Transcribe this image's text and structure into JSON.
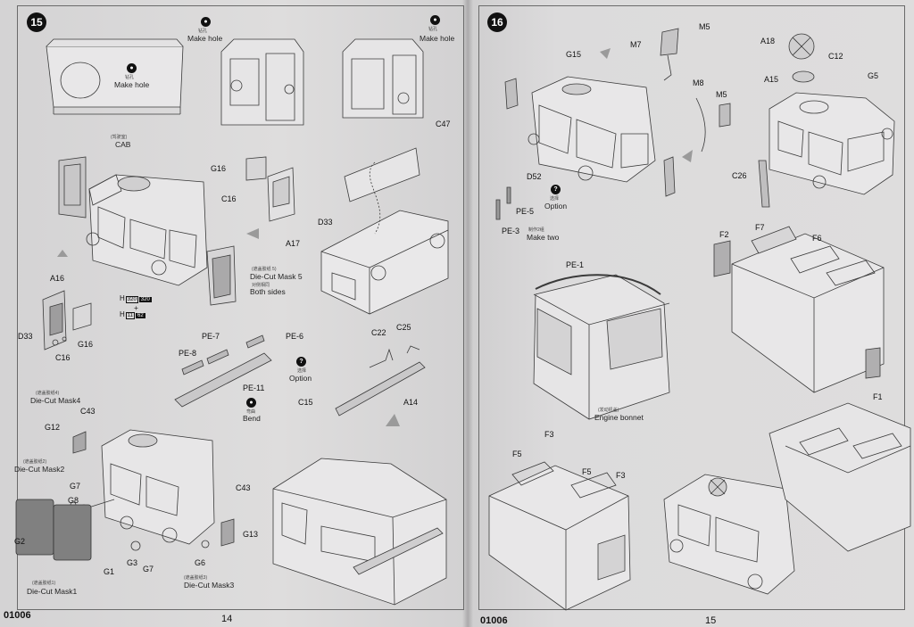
{
  "left_page": {
    "step": "15",
    "page_number": "14",
    "product_code": "01006",
    "labels": {
      "make_hole_cn_1": "钻孔",
      "make_hole_1": "Make hole",
      "make_hole_cn_2": "钻孔",
      "make_hole_2": "Make hole",
      "make_hole_cn_3": "钻孔",
      "make_hole_3": "Make hole",
      "cab_cn": "(驾驶室)",
      "cab": "CAB",
      "c47": "C47",
      "g16_top": "G16",
      "c16_top": "C16",
      "d33_top": "D33",
      "a17": "A17",
      "mask5_cn": "(遮盖胶纸 5)",
      "mask5": "Die-Cut Mask 5",
      "both_sides_cn": "对侧相同",
      "both_sides": "Both sides",
      "a16": "A16",
      "d33_left": "D33",
      "g16_left": "G16",
      "c16_left": "C16",
      "h_ref1": "H",
      "h_ref1_a": "320",
      "h_ref1_b": "320",
      "plus": "+",
      "h_ref2": "H",
      "h_ref2_a": "11",
      "h_ref2_b": "62",
      "pe7": "PE-7",
      "pe8": "PE-8",
      "pe6": "PE-6",
      "pe11": "PE-11",
      "bend_cn": "弯曲",
      "bend": "Bend",
      "option_cn": "选择",
      "option": "Option",
      "c22": "C22",
      "c25": "C25",
      "c15": "C15",
      "a14": "A14",
      "mask4_cn": "(遮盖胶纸4)",
      "mask4": "Die-Cut Mask4",
      "c43_top": "C43",
      "g12": "G12",
      "mask2_cn": "(遮盖胶纸2)",
      "mask2": "Die-Cut Mask2",
      "g7_a": "G7",
      "g8": "G8",
      "g2": "G2",
      "g3": "G3",
      "g7_b": "G7",
      "g1": "G1",
      "mask1_cn": "(遮盖胶纸1)",
      "mask1": "Die-Cut Mask1",
      "c43_right": "C43",
      "g13": "G13",
      "g6": "G6",
      "mask3_cn": "(遮盖胶纸3)",
      "mask3": "Die-Cut Mask3"
    }
  },
  "right_page": {
    "step": "16",
    "page_number": "15",
    "product_code": "01006",
    "labels": {
      "m5_top": "M5",
      "m7": "M7",
      "g15": "G15",
      "m8": "M8",
      "m5_mid": "M5",
      "d52": "D52",
      "pe5": "PE-5",
      "pe3": "PE-3",
      "option_cn": "选择",
      "option": "Option",
      "make_two_cn": "制作2组",
      "make_two": "Make two",
      "a18": "A18",
      "c12": "C12",
      "a15": "A15",
      "g5": "G5",
      "c26": "C26",
      "pe1": "PE-1",
      "engine_cn": "(发动机盖)",
      "engine": "Engine bonnet",
      "f2": "F2",
      "f7": "F7",
      "f6": "F6",
      "f1": "F1",
      "f3_a": "F3",
      "f5_a": "F5",
      "f5_b": "F5",
      "f3_b": "F3"
    }
  }
}
